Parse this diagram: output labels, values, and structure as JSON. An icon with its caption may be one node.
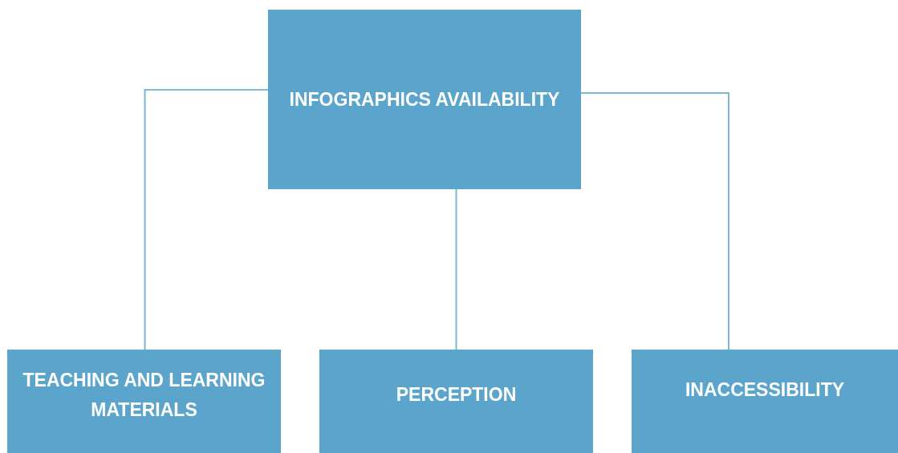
{
  "diagram": {
    "nodes": [
      {
        "text": [
          "INFOGRAPHICS AVAILABILITY"
        ]
      },
      {
        "text": [
          "TEACHING AND LEARNING MATERIALS"
        ]
      },
      {
        "text": [
          "PERCEPTION"
        ]
      },
      {
        "text": [
          "INACCESSIBILITY"
        ]
      }
    ],
    "edges": [
      {
        "from": 0,
        "to": 1,
        "arrow": "none"
      },
      {
        "from": 0,
        "to": 2,
        "arrow": "none"
      },
      {
        "from": 0,
        "to": 3,
        "arrow": "none"
      }
    ]
  }
}
